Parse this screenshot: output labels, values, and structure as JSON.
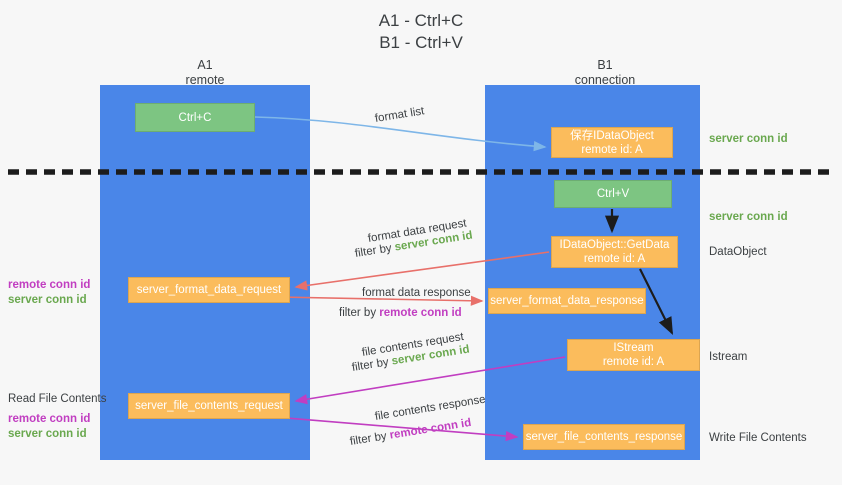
{
  "title": {
    "line1": "A1 - Ctrl+C",
    "line2": "B1 - Ctrl+V"
  },
  "lanes": {
    "a": {
      "name": "A1",
      "role": "remote"
    },
    "b": {
      "name": "B1",
      "role": "connection"
    }
  },
  "boxes": {
    "ctrl_c": {
      "label": "Ctrl+C"
    },
    "save_idataobject": {
      "line1": "保存IDataObject",
      "line2": "remote id: A"
    },
    "ctrl_v": {
      "label": "Ctrl+V"
    },
    "getdata": {
      "line1": "IDataObject::GetData",
      "line2": "remote id: A"
    },
    "format_data_request": {
      "label": "server_format_data_request"
    },
    "format_data_response": {
      "label": "server_format_data_response"
    },
    "istream": {
      "line1": "IStream",
      "line2": "remote id: A"
    },
    "file_contents_request": {
      "label": "server_file_contents_request"
    },
    "file_contents_response": {
      "label": "server_file_contents_response"
    }
  },
  "edges": {
    "format_list": "format list",
    "format_data_request": "format data request",
    "format_data_response": "format data response",
    "file_contents_request": "file contents request",
    "file_contents_response": "file contents response",
    "filter_by": "filter by ",
    "server_conn_id": "server conn id",
    "remote_conn_id": "remote conn id"
  },
  "annotations": {
    "server_conn_id": "server conn id",
    "remote_conn_id": "remote conn id",
    "dataobject": "DataObject",
    "istream": "Istream",
    "read_file_contents": "Read File Contents",
    "write_file_contents": "Write File Contents"
  },
  "colors": {
    "lane": "#4a86e8",
    "box_orange": "#fbbc5c",
    "box_green": "#7dc582",
    "green_text": "#6aa84f",
    "purple_text": "#c13ec1",
    "arrow_red": "#e8706a",
    "arrow_blue": "#7eb6e8",
    "arrow_purple": "#c13ec1",
    "arrow_dark": "#1c1c1c"
  }
}
